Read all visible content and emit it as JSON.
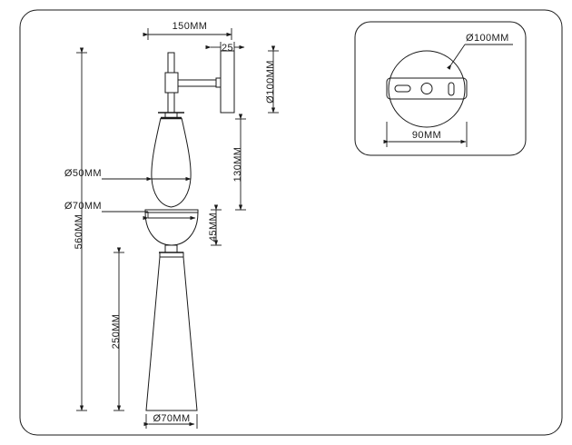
{
  "drawing": {
    "title": "wall-sconce-technical-drawing",
    "line_color": "#1a1a1a",
    "background": "#ffffff",
    "units": "MM"
  },
  "front_view": {
    "dimensions": {
      "overall_height": "560MM",
      "arm_reach": "150MM",
      "wall_plate_thickness": "25",
      "wall_plate_diameter": "Ø100MM",
      "upper_shade_height": "130MM",
      "upper_shade_diameter": "Ø50MM",
      "bowl_diameter": "Ø70MM",
      "bowl_height": "45MM",
      "lower_shade_height": "250MM",
      "lower_shade_diameter": "Ø70MM"
    }
  },
  "detail_view": {
    "dimensions": {
      "plate_diameter": "Ø100MM",
      "bracket_width": "90MM"
    }
  }
}
